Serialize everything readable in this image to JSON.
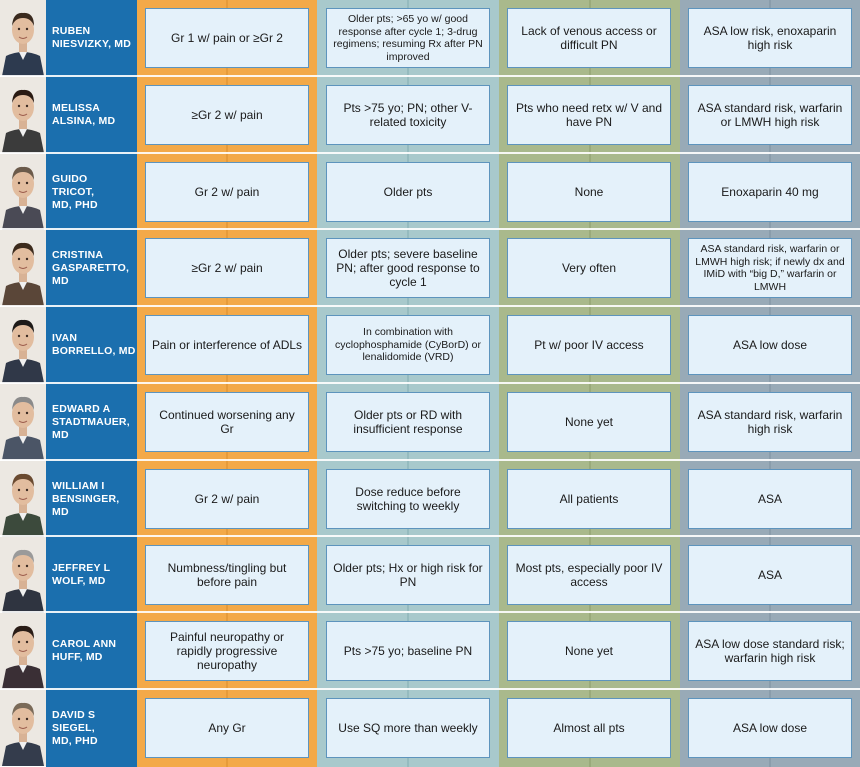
{
  "rows": [
    {
      "name": "RUBEN\nNIESVIZKY, MD",
      "c1": "Gr 1 w/ pain or ≥Gr 2",
      "c2": "Older pts; >65 yo w/ good response after cycle 1; 3-drug regimens; resuming Rx after PN improved",
      "c3": "Lack of venous access or difficult PN",
      "c4": "ASA low risk, enoxaparin high risk"
    },
    {
      "name": "MELISSA\nALSINA, MD",
      "c1": "≥Gr 2 w/ pain",
      "c2": "Pts >75 yo; PN; other V-related toxicity",
      "c3": "Pts who need retx w/ V and have PN",
      "c4": "ASA standard risk, warfarin or LMWH high risk"
    },
    {
      "name": "GUIDO\nTRICOT,\nMD, PHD",
      "c1": "Gr 2 w/ pain",
      "c2": "Older pts",
      "c3": "None",
      "c4": "Enoxaparin 40 mg"
    },
    {
      "name": "CRISTINA\nGASPARETTO,\nMD",
      "c1": "≥Gr 2 w/ pain",
      "c2": "Older pts; severe baseline PN; after good response to cycle 1",
      "c3": "Very often",
      "c4": "ASA standard risk, warfarin or LMWH high risk; if newly dx and IMiD with “big D,” warfarin or LMWH"
    },
    {
      "name": "IVAN\nBORRELLO, MD",
      "c1": "Pain or interference of ADLs",
      "c2": "In combination with cyclophosphamide (CyBorD) or lenalidomide (VRD)",
      "c3": "Pt w/ poor IV access",
      "c4": "ASA low dose"
    },
    {
      "name": "EDWARD A\nSTADTMAUER,\nMD",
      "c1": "Continued worsening any Gr",
      "c2": "Older pts or RD with insufficient response",
      "c3": "None yet",
      "c4": "ASA standard risk, warfarin high risk"
    },
    {
      "name": "WILLIAM I\nBENSINGER,\nMD",
      "c1": "Gr 2 w/ pain",
      "c2": "Dose reduce before switching to weekly",
      "c3": "All patients",
      "c4": "ASA"
    },
    {
      "name": "JEFFREY L\nWOLF, MD",
      "c1": "Numbness/tingling but before pain",
      "c2": "Older pts; Hx or high risk for PN",
      "c3": "Most pts, especially poor IV access",
      "c4": "ASA"
    },
    {
      "name": "CAROL ANN\nHUFF, MD",
      "c1": "Painful neuropathy or rapidly progressive neuropathy",
      "c2": "Pts >75 yo; baseline PN",
      "c3": "None yet",
      "c4": "ASA low dose standard risk; warfarin high risk"
    },
    {
      "name": "DAVID S\nSIEGEL,\nMD, PHD",
      "c1": "Any Gr",
      "c2": "Use SQ more than weekly",
      "c3": "Almost all pts",
      "c4": "ASA low dose"
    }
  ],
  "colors": {
    "name_column": "#1b6fae",
    "col1": "#f3a948",
    "col2": "#a8c9cc",
    "col3": "#a9b98c",
    "col4": "#98aab7",
    "cell_fill": "#e4f1fa",
    "cell_border": "#5d94bd"
  }
}
